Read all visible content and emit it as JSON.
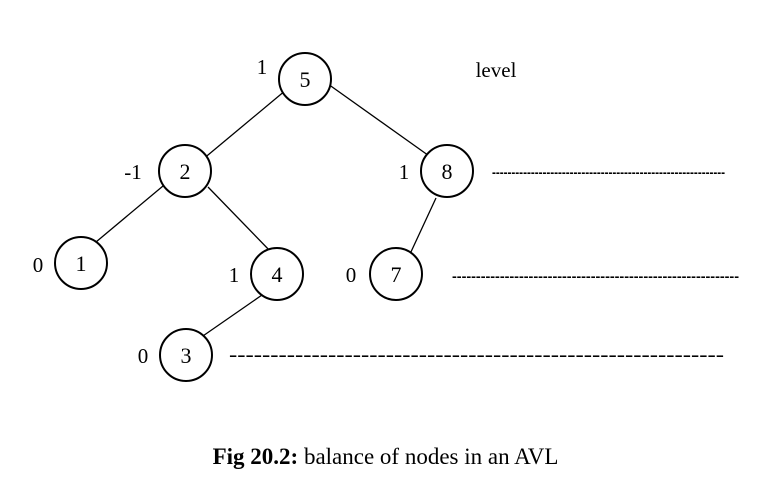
{
  "legend_label": "level",
  "dash_line": "------------------------------------------------------------",
  "nodes": [
    {
      "key": "5",
      "balance": "1"
    },
    {
      "key": "2",
      "balance": "-1"
    },
    {
      "key": "8",
      "balance": "1"
    },
    {
      "key": "1",
      "balance": "0"
    },
    {
      "key": "4",
      "balance": "1"
    },
    {
      "key": "7",
      "balance": "0"
    },
    {
      "key": "3",
      "balance": "0"
    }
  ],
  "caption": {
    "prefix": "Fig 20.2:",
    "text": " balance of nodes in an AVL"
  }
}
